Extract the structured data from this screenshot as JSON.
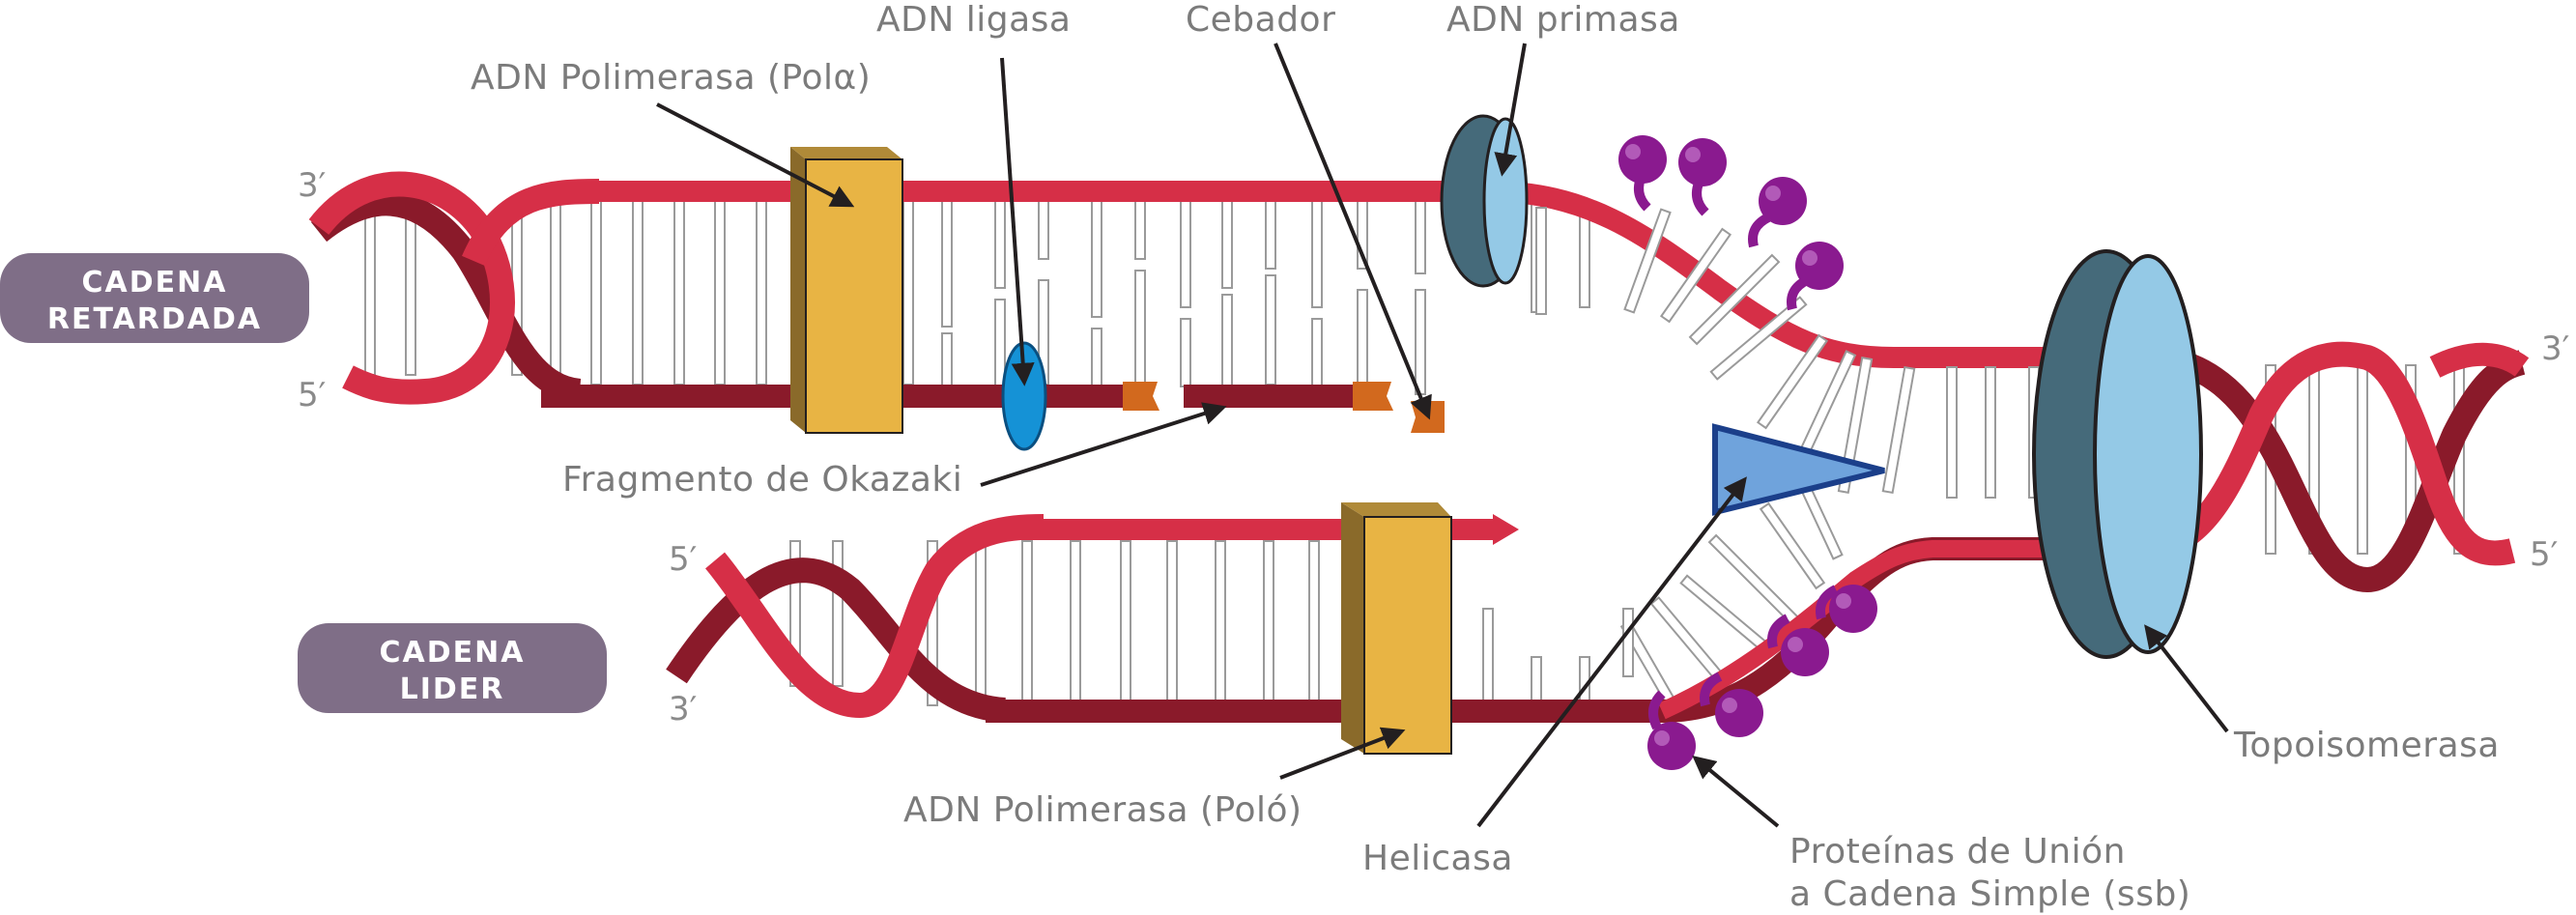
{
  "pills": {
    "lagging": [
      "CADENA",
      "RETARDADA"
    ],
    "leading": [
      "CADENA",
      "LIDER"
    ]
  },
  "ends": {
    "top_left_3": "3′",
    "top_left_5": "5′",
    "right_3": "3′",
    "right_5": "5′",
    "bottom_left_5": "5′",
    "bottom_left_3": "3′"
  },
  "labels": {
    "pol_alpha": "ADN Polimerasa (Polα)",
    "ligase": "ADN ligasa",
    "primer": "Cebador",
    "primase": "ADN primasa",
    "okazaki": "Fragmento de Okazaki",
    "pol_delta": "ADN Polimerasa (Poló)",
    "helicase": "Helicasa",
    "ssb_line1": "Proteínas de Unión",
    "ssb_line2": "a Cadena Simple (ssb)",
    "topoisomerase": "Topoisomerasa"
  },
  "colors": {
    "strand_red": "#d62f47",
    "strand_dark": "#8a1a2a",
    "polymerase": "#e8b444",
    "pill": "#7f6e87",
    "ssb": "#8a1a8f",
    "helicase": "#6fa3dc",
    "topo_light": "#94c9e6",
    "topo_dark": "#456a7a",
    "ligase": "#1592d6",
    "primer": "#d2691e"
  }
}
